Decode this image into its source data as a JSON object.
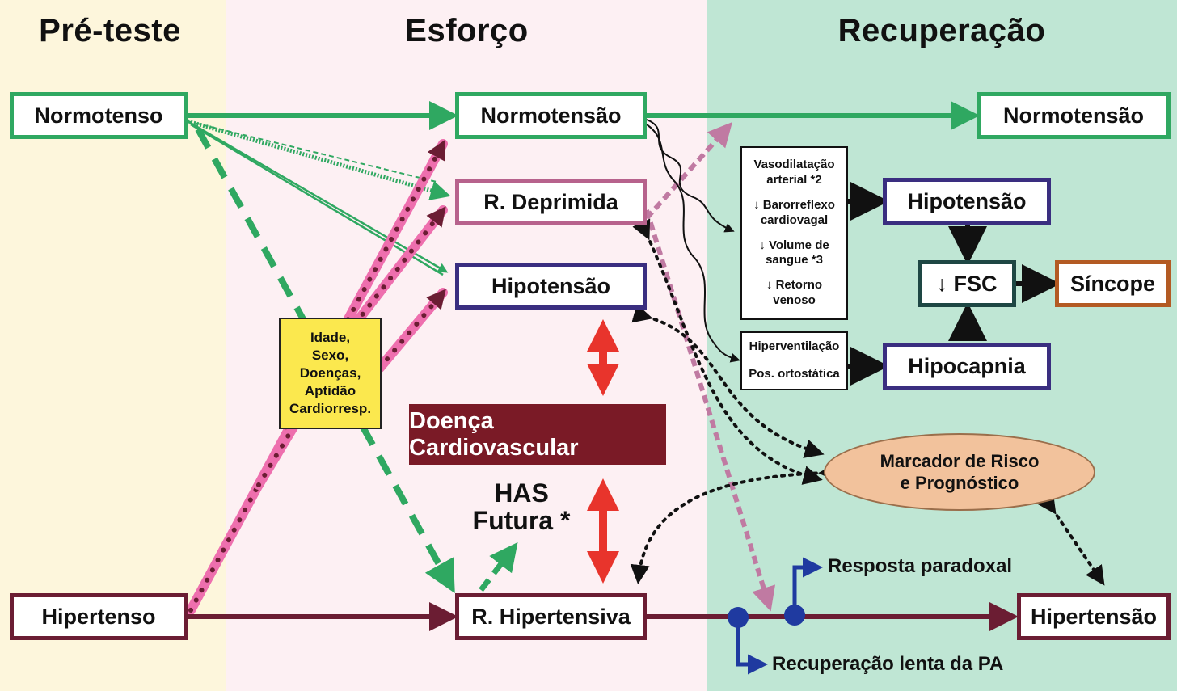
{
  "phases": {
    "pre": "Pré-teste",
    "effort": "Esforço",
    "recovery": "Recuperação"
  },
  "pretest": {
    "normotense": "Normotenso",
    "hypertense": "Hipertenso"
  },
  "effort": {
    "normotension": "Normotensão",
    "depressed": "R. Deprimida",
    "hypotension": "Hipotensão",
    "hypertensive": "R. Hipertensiva",
    "cvd": "Doença Cardiovascular",
    "future_has_line1": "HAS",
    "future_has_line2": "Futura *"
  },
  "factors": [
    "Idade,",
    "Sexo,",
    "Doenças,",
    "Aptidão",
    "Cardiorresp."
  ],
  "recovery": {
    "normotension": "Normotensão",
    "mechanisms": [
      [
        "Vasodilatação",
        "arterial *2"
      ],
      [
        "↓ Barorreflexo",
        "cardiovagal"
      ],
      [
        "↓ Volume de",
        "sangue *3"
      ],
      [
        "↓ Retorno",
        "venoso"
      ]
    ],
    "mechanisms2": [
      "Hiperventilação",
      "Pos. ortostática"
    ],
    "hypotension": "Hipotensão",
    "fsc": "↓ FSC",
    "syncope": "Síncope",
    "hypocapnia": "Hipocapnia",
    "marker_line1": "Marcador de Risco",
    "marker_line2": "e Prognóstico",
    "paradoxical": "Resposta paradoxal",
    "slow_recovery": "Recuperação lenta da PA",
    "hypertension": "Hipertensão"
  },
  "colors": {
    "green": "#2fa861",
    "maroon": "#6b1d33",
    "pink": "#ee6fae",
    "mauve": "#c07aa2",
    "red": "#e8342c",
    "navy": "#1f3aa0",
    "black": "#111111"
  }
}
